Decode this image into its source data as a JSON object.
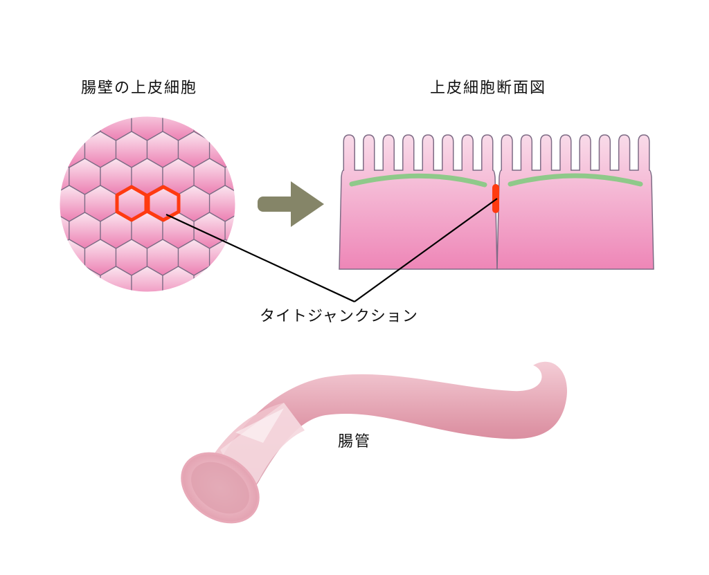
{
  "left_panel": {
    "title": "腸壁の上皮細胞"
  },
  "right_panel": {
    "title": "上皮細胞断面図"
  },
  "callout": {
    "label": "タイトジャンクション"
  },
  "intestine": {
    "label": "腸管"
  },
  "colors": {
    "cell_pink_light": "#f8d6e6",
    "cell_pink_dark": "#ee86b6",
    "cell_outline": "#7d6b85",
    "tight_junction": "#ff3a10",
    "membrane_green": "#8fc98a",
    "arrow": "#858568",
    "tube_pink": "#d98a9c"
  }
}
